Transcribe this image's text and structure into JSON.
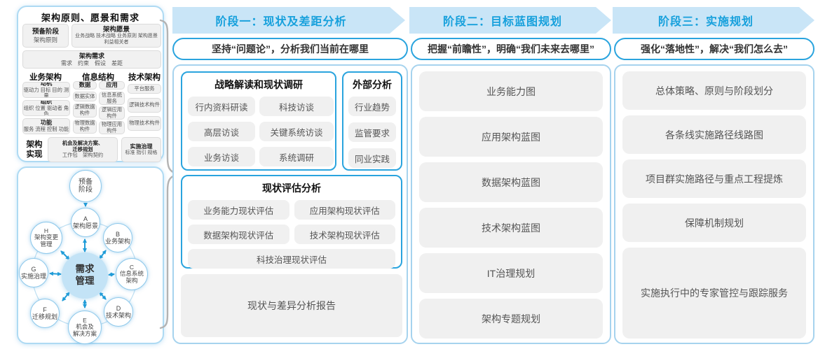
{
  "colors": {
    "band_bg": "#C9E5F7",
    "band_text": "#16A0DC",
    "accent_border": "#2AA4DE",
    "light_border": "#A6D3EE",
    "pill_bg": "#F0F0F0",
    "pill_text": "#555555",
    "arrow_blue": "#1F9CD8",
    "brace_gray": "#B3B3B3",
    "center_circle_fill": "#C3E3F6"
  },
  "left_panel": {
    "title": "架构原则、愿景和需求",
    "prep": {
      "title": "预备阶段",
      "sub": "架构原则"
    },
    "vision": {
      "title": "架构愿景",
      "sub": "业务战略 技术战略 业务原则 架构愿景 利益相关者"
    },
    "requirement": {
      "title": "架构需求",
      "sub": "需求　约束　假设　差距"
    },
    "business": {
      "title": "业务架构",
      "items": [
        {
          "title": "动机",
          "sub": "驱动力 目标 目的 测量"
        },
        {
          "title": "组织",
          "sub": "组织 位置 驱动者 角色"
        },
        {
          "title": "功能",
          "sub": "服务 流程 控制 功能"
        }
      ]
    },
    "information": {
      "title": "信息结构",
      "data_label": "数据",
      "data_items": [
        "数据实体",
        "逻辑数据构件",
        "物理数据构件"
      ],
      "app_label": "应用",
      "app_items": [
        "信息系统服务",
        "逻辑应用构件",
        "物理应用构件"
      ]
    },
    "technology": {
      "title": "技术架构",
      "items": [
        "平台服务",
        "逻辑技术构件",
        "物理技术构件"
      ]
    },
    "implementation": {
      "label_lines": [
        "架构",
        "实现"
      ],
      "box1": {
        "title_lines": [
          "机会及解决方案、",
          "迁移规划"
        ],
        "sub": "工作包　架构契约"
      },
      "box2": {
        "title": "实施治理",
        "sub": "标准 指引 规格"
      }
    }
  },
  "adm": {
    "prep": [
      "预备",
      "阶段"
    ],
    "a": [
      "A",
      "架构愿景"
    ],
    "b": [
      "B",
      "业务架构"
    ],
    "c": [
      "C",
      "信息系统",
      "架构"
    ],
    "d": [
      "D",
      "技术架构"
    ],
    "e": [
      "E",
      "机会及",
      "解决方案"
    ],
    "f": [
      "F",
      "迁移规划"
    ],
    "g": [
      "G",
      "实施治理"
    ],
    "h": [
      "H",
      "架构变更",
      "管理"
    ],
    "center": [
      "需求",
      "管理"
    ]
  },
  "phase1": {
    "band": "阶段一：现状及差距分析",
    "motto": "坚持“问题论”，分析我们当前在哪里",
    "survey": {
      "title": "战略解读和现状调研",
      "items": [
        "行内资料研读",
        "科技访谈",
        "高层访谈",
        "关键系统访谈",
        "业务访谈",
        "系统调研"
      ]
    },
    "external": {
      "title": "外部分析",
      "items": [
        "行业趋势",
        "监管要求",
        "同业实践"
      ]
    },
    "assess": {
      "title": "现状评估分析",
      "items": [
        "业务能力现状评估",
        "应用架构现状评估",
        "数据架构现状评估",
        "技术架构现状评估",
        "科技治理现状评估"
      ]
    },
    "report": "现状与差异分析报告"
  },
  "phase2": {
    "band": "阶段二：目标蓝图规划",
    "motto": "把握“前瞻性”，明确“我们未来去哪里”",
    "items": [
      "业务能力图",
      "应用架构蓝图",
      "数据架构蓝图",
      "技术架构蓝图",
      "IT治理规划",
      "架构专题规划"
    ]
  },
  "phase3": {
    "band": "阶段三：实施规划",
    "motto": "强化“落地性”，解决“我们怎么去”",
    "items": [
      "总体策略、原则与阶段划分",
      "各条线实施路径线路图",
      "项目群实施路径与重点工程提炼",
      "保障机制规划",
      "实施执行中的专家管控与跟踪服务"
    ]
  }
}
